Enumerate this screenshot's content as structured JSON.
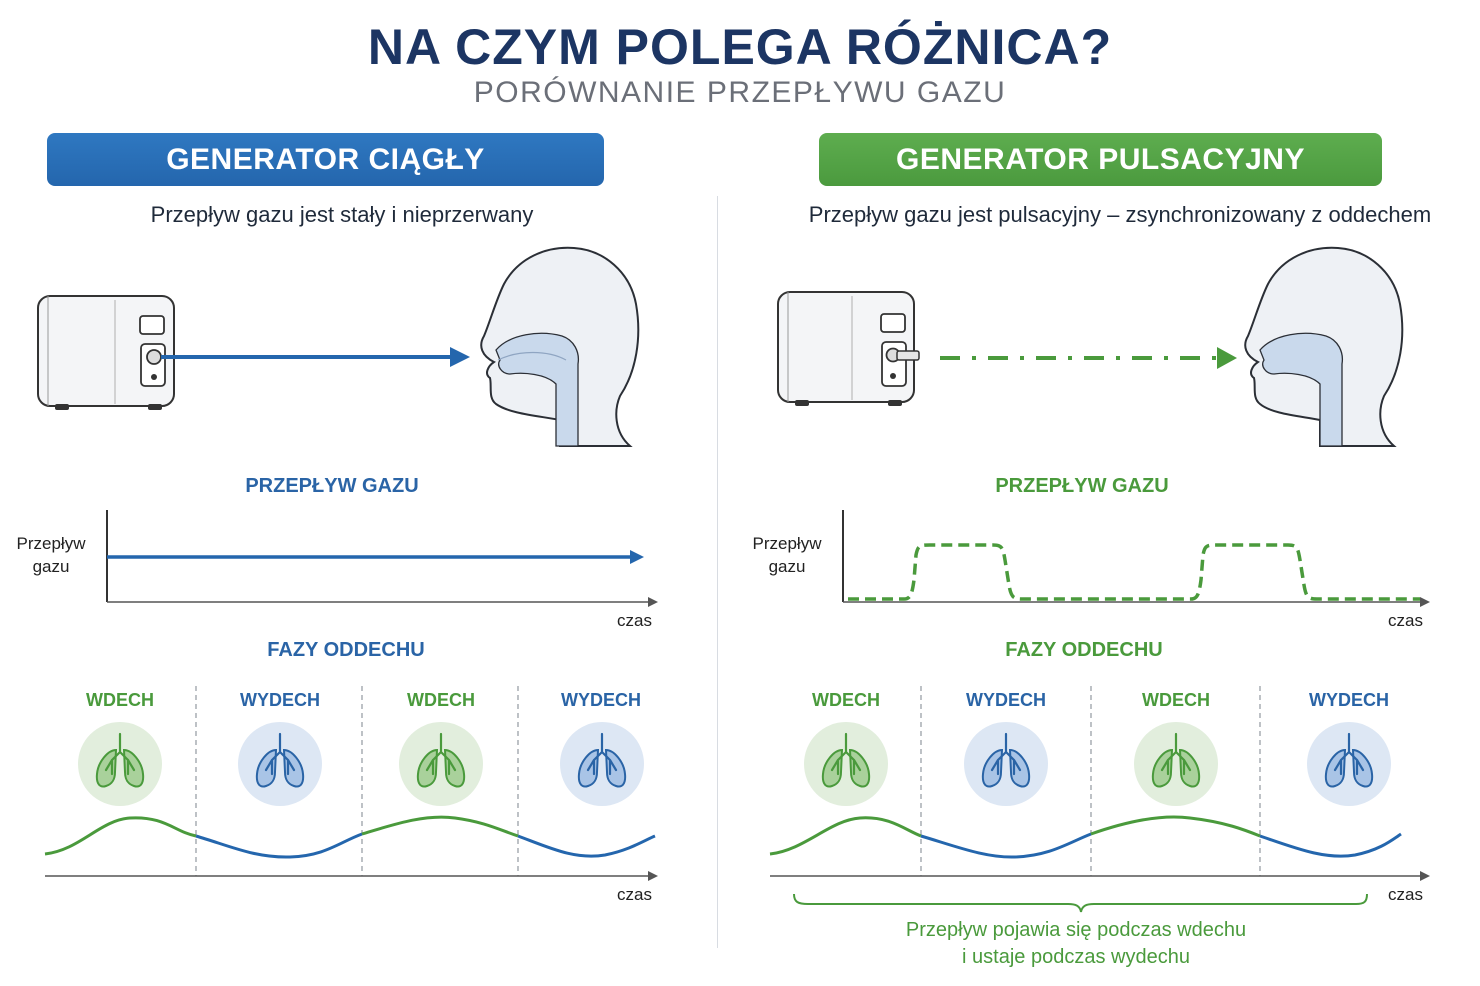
{
  "header": {
    "title": "NA CZYM POLEGA RÓŻNICA?",
    "subtitle": "PORÓWNANIE PRZEPŁYWU GAZU"
  },
  "colors": {
    "navy": "#1c3563",
    "blue": "#2a64a6",
    "green": "#4a9a3c",
    "lung_green_bg": "#e2eedd",
    "lung_blue_bg": "#dde7f4",
    "head_fill": "#eef1f5",
    "airway_fill": "#c9d9ec"
  },
  "left": {
    "banner": "GENERATOR CIĄGŁY",
    "description": "Przepływ gazu jest stały i nieprzerwany",
    "flow_chart": {
      "title": "PRZEPŁYW GAZU",
      "ylabel_line1": "Przepływ",
      "ylabel_line2": "gazu",
      "xlabel": "czas"
    },
    "phases": {
      "title": "FAZY ODDECHU",
      "labels": [
        "WDECH",
        "WYDECH",
        "WDECH",
        "WYDECH"
      ],
      "xlabel": "czas"
    }
  },
  "right": {
    "banner": "GENERATOR PULSACYJNY",
    "description": "Przepływ gazu jest pulsacyjny – zsynchronizowany z oddechem",
    "flow_chart": {
      "title": "PRZEPŁYW GAZU",
      "ylabel_line1": "Przepływ",
      "ylabel_line2": "gazu",
      "xlabel": "czas"
    },
    "phases": {
      "title": "FAZY ODDECHU",
      "labels": [
        "WDECH",
        "WYDECH",
        "WDECH",
        "WYDECH"
      ],
      "xlabel": "czas"
    },
    "note_line1": "Przepływ pojawia się podczas wdechu",
    "note_line2": "i ustaje podczas wydechu"
  }
}
